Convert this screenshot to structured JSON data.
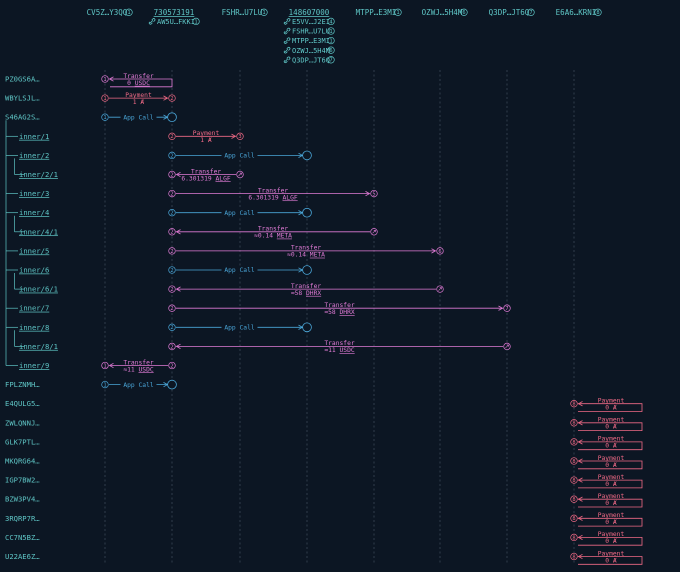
{
  "colors": {
    "background": "#0c1623",
    "text": "#5fc6c6",
    "transfer": "#e07bd6",
    "payment": "#f06a86",
    "app_call": "#4aa6d8",
    "gridline": "#3a4656"
  },
  "accounts": [
    {
      "label": "CV5Z…Y3QQ",
      "badge": "1"
    },
    {
      "label": "730573191",
      "link": true,
      "sub": [
        {
          "icon": "link-icon",
          "label": "AW5U…FKKI",
          "badge": "1"
        }
      ]
    },
    {
      "label": "FSHR…U7LU",
      "badge": "1"
    },
    {
      "label": "148607000",
      "link": true,
      "sub": [
        {
          "icon": "link-icon",
          "label": "E5VV…J2EI",
          "badge": "4"
        },
        {
          "icon": "link-icon",
          "label": "FSHR…U7LU",
          "badge": "1"
        },
        {
          "icon": "link-icon",
          "label": "MTPP…E3MI",
          "badge": "1"
        },
        {
          "icon": "link-icon",
          "label": "OZWJ…5H4M",
          "badge": "6"
        },
        {
          "icon": "link-icon",
          "label": "Q3DP…JT6Q",
          "badge": "7"
        }
      ]
    },
    {
      "label": "MTPP…E3MI",
      "badge": "1"
    },
    {
      "label": "OZWJ…5H4M",
      "badge": "6"
    },
    {
      "label": "Q3DP…JT6Q",
      "badge": "7"
    },
    {
      "label": "E6A6…KRNI",
      "badge": "8"
    }
  ],
  "transactions": [
    {
      "label": "PZ0GS6A…",
      "level": 0,
      "type": "transfer",
      "from": 0,
      "to": 1,
      "from_badge": "1",
      "to_badge": "",
      "arrow": "left",
      "title": "Transfer",
      "amount": "0",
      "asset": "USDC"
    },
    {
      "label": "WBYLSJL…",
      "level": 0,
      "type": "payment",
      "from": 0,
      "to": 1,
      "from_badge": "1",
      "to_badge": "2",
      "arrow": "right",
      "title": "Payment",
      "amount": "1",
      "asset": "Ⱥ"
    },
    {
      "label": "S46AG2S…",
      "level": 0,
      "type": "app",
      "from": 0,
      "to": 1,
      "from_badge": "1",
      "to_badge": "",
      "arrow": "right",
      "title": "App Call"
    },
    {
      "label": "inner/1",
      "level": 1,
      "link": true,
      "type": "payment",
      "from": 1,
      "to": 2,
      "from_badge": "2",
      "to_badge": "3",
      "arrow": "right",
      "title": "Payment",
      "amount": "1",
      "asset": "Ⱥ"
    },
    {
      "label": "inner/2",
      "level": 1,
      "link": true,
      "type": "app",
      "from": 1,
      "to": 3,
      "from_badge": "2",
      "to_badge": "",
      "arrow": "right",
      "title": "App Call"
    },
    {
      "label": "inner/2/1",
      "level": 2,
      "link": true,
      "type": "transfer",
      "from": 1,
      "to": 2,
      "from_badge": "2",
      "to_badge": "link",
      "arrow": "left",
      "title": "Transfer",
      "amount": "6.301319",
      "asset": "ALGF"
    },
    {
      "label": "inner/3",
      "level": 1,
      "link": true,
      "type": "transfer",
      "from": 1,
      "to": 4,
      "from_badge": "2",
      "to_badge": "5",
      "arrow": "right",
      "title": "Transfer",
      "amount": "6.301319",
      "asset": "ALGF"
    },
    {
      "label": "inner/4",
      "level": 1,
      "link": true,
      "type": "app",
      "from": 1,
      "to": 3,
      "from_badge": "2",
      "to_badge": "",
      "arrow": "right",
      "title": "App Call"
    },
    {
      "label": "inner/4/1",
      "level": 2,
      "link": true,
      "type": "transfer",
      "from": 1,
      "to": 4,
      "from_badge": "2",
      "to_badge": "link",
      "arrow": "left",
      "title": "Transfer",
      "amount": "≈0.14",
      "asset": "META"
    },
    {
      "label": "inner/5",
      "level": 1,
      "link": true,
      "type": "transfer",
      "from": 1,
      "to": 5,
      "from_badge": "2",
      "to_badge": "6",
      "arrow": "right",
      "title": "Transfer",
      "amount": "≈0.14",
      "asset": "META"
    },
    {
      "label": "inner/6",
      "level": 1,
      "link": true,
      "type": "app",
      "from": 1,
      "to": 3,
      "from_badge": "2",
      "to_badge": "",
      "arrow": "right",
      "title": "App Call"
    },
    {
      "label": "inner/6/1",
      "level": 2,
      "link": true,
      "type": "transfer",
      "from": 1,
      "to": 5,
      "from_badge": "2",
      "to_badge": "link",
      "arrow": "left",
      "title": "Transfer",
      "amount": "≈58",
      "asset": "DHRX"
    },
    {
      "label": "inner/7",
      "level": 1,
      "link": true,
      "type": "transfer",
      "from": 1,
      "to": 6,
      "from_badge": "2",
      "to_badge": "7",
      "arrow": "right",
      "title": "Transfer",
      "amount": "≈58",
      "asset": "DHRX"
    },
    {
      "label": "inner/8",
      "level": 1,
      "link": true,
      "type": "app",
      "from": 1,
      "to": 3,
      "from_badge": "2",
      "to_badge": "",
      "arrow": "right",
      "title": "App Call"
    },
    {
      "label": "inner/8/1",
      "level": 2,
      "link": true,
      "type": "transfer",
      "from": 1,
      "to": 6,
      "from_badge": "2",
      "to_badge": "link",
      "arrow": "left",
      "title": "Transfer",
      "amount": "≈11",
      "asset": "USDC"
    },
    {
      "label": "inner/9",
      "level": 1,
      "link": true,
      "type": "transfer",
      "from": 0,
      "to": 1,
      "from_badge": "1",
      "to_badge": "2",
      "arrow": "left",
      "title": "Transfer",
      "amount": "≈11",
      "asset": "USDC"
    },
    {
      "label": "FPLZNMH…",
      "level": 0,
      "type": "app",
      "from": 0,
      "to": 1,
      "from_badge": "1",
      "to_badge": "",
      "arrow": "right",
      "title": "App Call"
    },
    {
      "label": "E4QULG5…",
      "level": 0,
      "type": "self",
      "from": 7,
      "to": 7,
      "from_badge": "8",
      "title": "Payment",
      "amount": "0",
      "asset": "Ⱥ"
    },
    {
      "label": "ZWLQNNJ…",
      "level": 0,
      "type": "self",
      "from": 7,
      "to": 7,
      "from_badge": "8",
      "title": "Payment",
      "amount": "0",
      "asset": "Ⱥ"
    },
    {
      "label": "GLK7PTL…",
      "level": 0,
      "type": "self",
      "from": 7,
      "to": 7,
      "from_badge": "8",
      "title": "Payment",
      "amount": "0",
      "asset": "Ⱥ"
    },
    {
      "label": "MKQRG64…",
      "level": 0,
      "type": "self",
      "from": 7,
      "to": 7,
      "from_badge": "8",
      "title": "Payment",
      "amount": "0",
      "asset": "Ⱥ"
    },
    {
      "label": "IGP7BW2…",
      "level": 0,
      "type": "self",
      "from": 7,
      "to": 7,
      "from_badge": "8",
      "title": "Payment",
      "amount": "0",
      "asset": "Ⱥ"
    },
    {
      "label": "BZW3PV4…",
      "level": 0,
      "type": "self",
      "from": 7,
      "to": 7,
      "from_badge": "8",
      "title": "Payment",
      "amount": "0",
      "asset": "Ⱥ"
    },
    {
      "label": "3RQRP7R…",
      "level": 0,
      "type": "self",
      "from": 7,
      "to": 7,
      "from_badge": "8",
      "title": "Payment",
      "amount": "0",
      "asset": "Ⱥ"
    },
    {
      "label": "CC7N5BZ…",
      "level": 0,
      "type": "self",
      "from": 7,
      "to": 7,
      "from_badge": "8",
      "title": "Payment",
      "amount": "0",
      "asset": "Ⱥ"
    },
    {
      "label": "U22AE6Z…",
      "level": 0,
      "type": "self",
      "from": 7,
      "to": 7,
      "from_badge": "8",
      "title": "Payment",
      "amount": "0",
      "asset": "Ⱥ"
    }
  ]
}
